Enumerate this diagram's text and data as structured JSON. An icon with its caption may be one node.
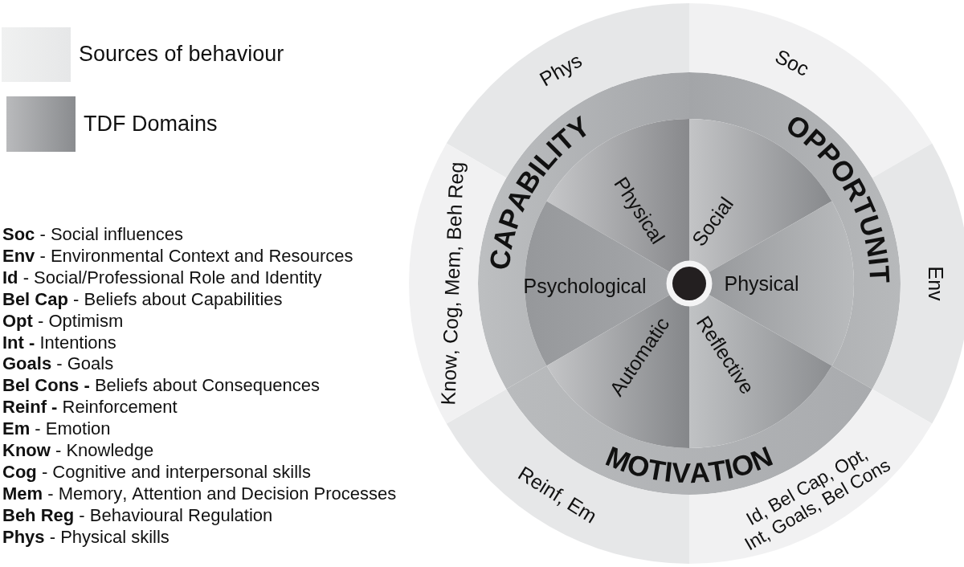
{
  "diagram": {
    "nodes": [
      {
        "text": [
          "CAPABILITY"
        ]
      },
      {
        "text": [
          "OPPORTUNIT"
        ]
      },
      {
        "text": [
          "MOTIVATION"
        ]
      },
      {
        "text": [
          "Physical"
        ]
      },
      {
        "text": [
          "Psychological"
        ]
      },
      {
        "text": [
          "Social"
        ]
      },
      {
        "text": [
          "Physical"
        ]
      },
      {
        "text": [
          "Automatic"
        ]
      },
      {
        "text": [
          "Reflective"
        ]
      },
      {
        "text": [
          "Phys"
        ]
      },
      {
        "text": [
          "Soc"
        ]
      },
      {
        "text": [
          "Env"
        ]
      },
      {
        "text": [
          "Id, Bel Cap, Opt, Int, Goals, Bel Cons"
        ]
      },
      {
        "text": [
          "Reinf, Em"
        ]
      },
      {
        "text": [
          "Know, Cog, Mem, Beh Reg"
        ]
      }
    ],
    "labels": [
      "**Soc** - Social influences",
      "**Env** - Environmental Context and Resources",
      "**Id** - Social/Professional Role and Identity",
      "**Bel Cap** - Beliefs about Capabilities",
      "**Opt** - Optimism",
      "**Int -** Intentions",
      "**Goals** - Goals",
      "**Bel Cons -** Beliefs about Consequences",
      "**Reinf -** Reinforcement",
      "**Em** - Emotion",
      "**Know** - Knowledge",
      "**Cog** - Cognitive and interpersonal skills",
      "**Mem** - Memory, Attention and Decision Processes",
      "**Beh Reg** - Behavioural Regulation",
      "**Phys** - Physical skills"
    ],
    "legend": [
      {
        "text": "Sources of behaviour",
        "color": "#e6e7e8"
      },
      {
        "text": "TDF Domains",
        "color": "#8a8c8f"
      }
    ]
  }
}
